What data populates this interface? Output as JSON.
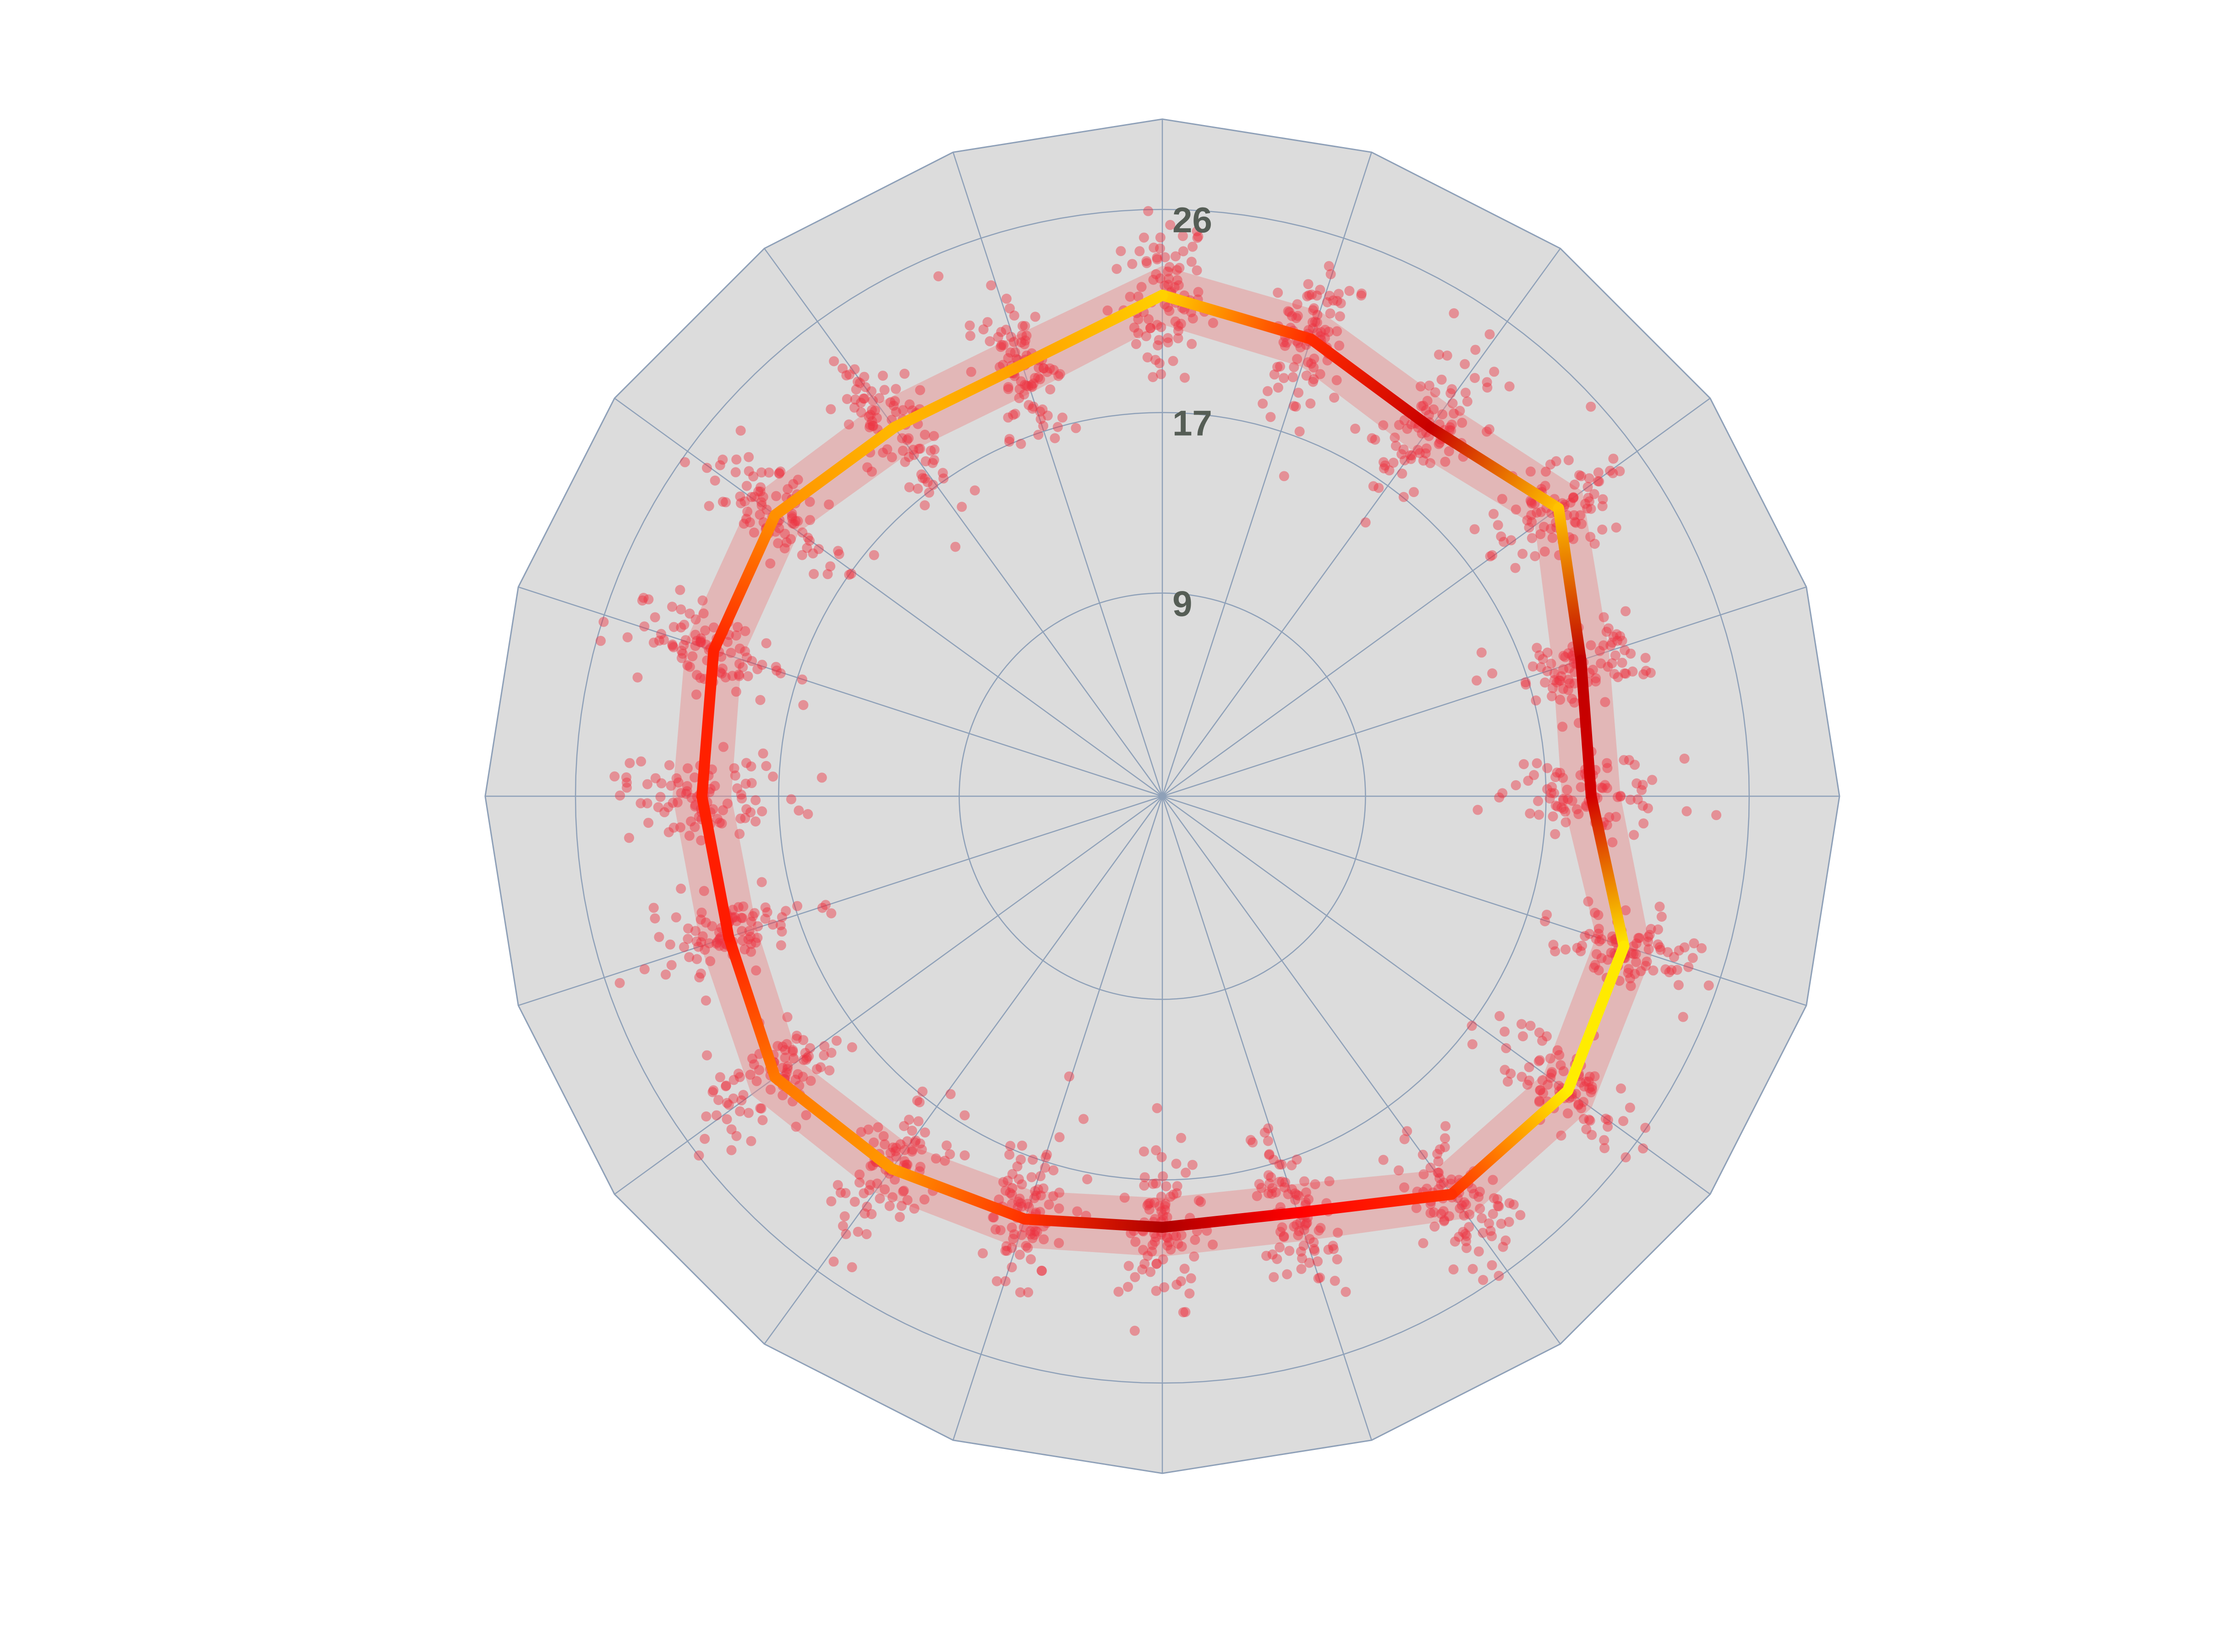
{
  "chart_data": {
    "type": "polar-line-scatter",
    "r_axis": {
      "range": [
        0,
        30
      ],
      "ticks": [
        9,
        17,
        26
      ],
      "tick_labels": [
        "9",
        "17",
        "26"
      ]
    },
    "n_angles": 20,
    "angles_deg": [
      0,
      18,
      36,
      54,
      72,
      90,
      108,
      126,
      144,
      162,
      180,
      198,
      216,
      234,
      252,
      270,
      288,
      306,
      324,
      342
    ],
    "series": [
      {
        "role": "mean",
        "values": [
          22.2,
          21.3,
          20.2,
          21.7,
          19.5,
          19.0,
          21.5,
          22.2,
          21.8,
          19.4,
          19.1,
          19.7,
          20.4,
          21.2,
          20.2,
          20.4,
          20.9,
          21.2,
          20.2,
          20.1
        ],
        "colors": [
          "#ffd000",
          "#ff2a00",
          "#c80000",
          "#ffc200",
          "#c00000",
          "#d20000",
          "#ffe800",
          "#ffee00",
          "#ff3000",
          "#ff0000",
          "#b00000",
          "#ff3000",
          "#ff9800",
          "#ff7800",
          "#ff1a00",
          "#ff2000",
          "#ff2000",
          "#ff9000",
          "#ffb800",
          "#ffa000"
        ]
      },
      {
        "role": "band",
        "half_width": 1.3,
        "color": "#e88a8a"
      }
    ],
    "scatter": {
      "points_per_angle": 90,
      "spread_r": 3.2,
      "spread_theta_deg": 3.5,
      "color": "#ee3340"
    },
    "grid": true,
    "background": "#dcdcdc",
    "grid_color": "#8ea0b8"
  }
}
